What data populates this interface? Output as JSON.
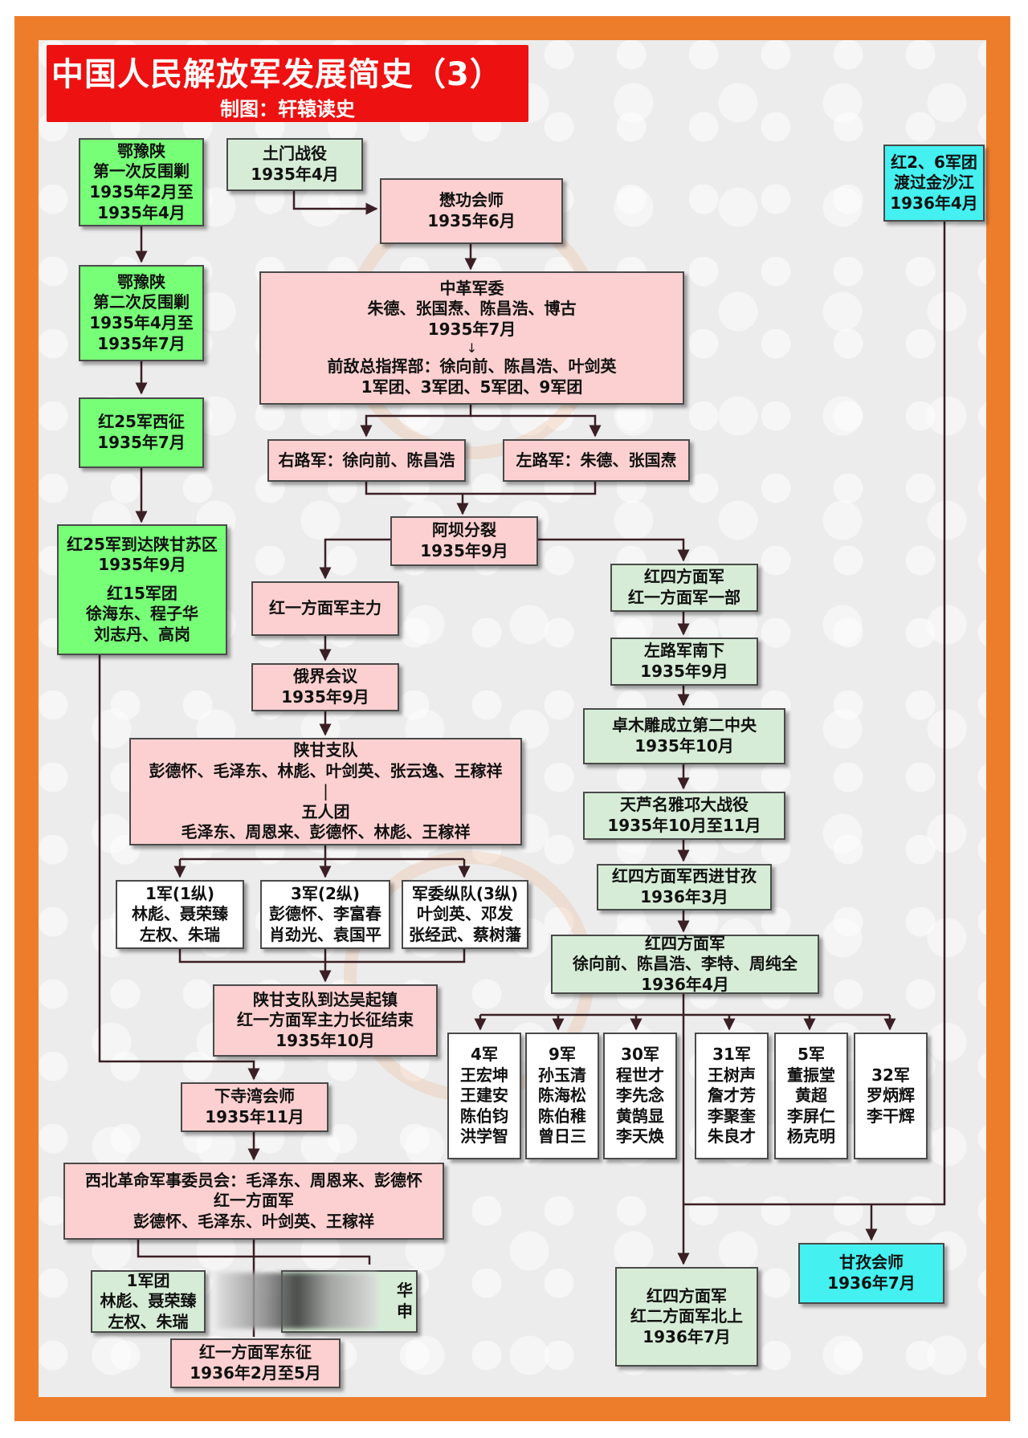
{
  "title": {
    "main": "中国人民解放军发展简史（3）",
    "sub": "制图：轩辕读史"
  },
  "colors": {
    "frame": "#ee7d2b",
    "title_bg": "#ee1111",
    "green": "#77ff77",
    "pink": "#fcd0d0",
    "light_green": "#d6ecd6",
    "cyan": "#44f0f0",
    "connector": "#3a1f24"
  },
  "nodes": {
    "eyushan1": [
      "鄂豫陕",
      "第一次反围剿",
      "1935年2月至",
      "1935年4月"
    ],
    "eyushan2": [
      "鄂豫陕",
      "第二次反围剿",
      "1935年4月至",
      "1935年7月"
    ],
    "red25_west": [
      "红25军西征",
      "1935年7月"
    ],
    "red25_arrive": [
      "红25军到达陕甘苏区",
      "1935年9月",
      "",
      "红15军团",
      "徐海东、程子华",
      "刘志丹、高岗"
    ],
    "tumen": [
      "土门战役",
      "1935年4月"
    ],
    "maogong": [
      "懋功会师",
      "1935年6月"
    ],
    "zhonggemilitary": [
      "中革军委",
      "朱德、张国焘、陈昌浩、博古",
      "1935年7月",
      "↓",
      "前敌总指挥部：徐向前、陈昌浩、叶剑英",
      "1军团、3军团、5军团、9军团"
    ],
    "right_route": [
      "右路军：徐向前、陈昌浩"
    ],
    "left_route": [
      "左路军：朱德、张国焘"
    ],
    "aba_split": [
      "阿坝分裂",
      "1935年9月"
    ],
    "first_front_main": [
      "红一方面军主力"
    ],
    "ejie": [
      "俄界会议",
      "1935年9月"
    ],
    "shaangan_detach": [
      "陕甘支队",
      "彭德怀、毛泽东、林彪、叶剑英、张云逸、王稼祥",
      "|",
      "五人团",
      "毛泽东、周恩来、彭德怀、林彪、王稼祥"
    ],
    "army1": [
      "1军(1纵)",
      "林彪、聂荣臻",
      "左权、朱瑞"
    ],
    "army3": [
      "3军(2纵)",
      "彭德怀、李富春",
      "肖劲光、袁国平"
    ],
    "army_commission": [
      "军委纵队(3纵)",
      "叶剑英、邓发",
      "张经武、蔡树藩"
    ],
    "wuqi": [
      "陕甘支队到达吴起镇",
      "红一方面军主力长征结束",
      "1935年10月"
    ],
    "xiasiwan": [
      "下寺湾会师",
      "1935年11月"
    ],
    "northwest": [
      "西北革命军事委员会：毛泽东、周恩来、彭德怀",
      "红一方面军",
      "彭德怀、毛泽东、叶剑英、王稼祥"
    ],
    "corps1": [
      "1军团",
      "林彪、聂荣臻",
      "左权、朱瑞"
    ],
    "corps15_partial": [
      "华",
      "申"
    ],
    "east_campaign": [
      "红一方面军东征",
      "1936年2月至5月"
    ],
    "fourth_plus": [
      "红四方面军",
      "红一方面军一部"
    ],
    "left_south": [
      "左路军南下",
      "1935年9月"
    ],
    "zhuomudiao": [
      "卓木雕成立第二中央",
      "1935年10月"
    ],
    "baizhang": [
      "天芦名雅邛大战役",
      "1935年10月至11月"
    ],
    "west_ganzi": [
      "红四方面军西进甘孜",
      "1936年3月"
    ],
    "fourth_front": [
      "红四方面军",
      "徐向前、陈昌浩、李特、周纯全",
      "1936年4月"
    ],
    "red26_jinsha": [
      "红2、6军团",
      "渡过金沙江",
      "1936年4月"
    ],
    "army4": [
      "4军",
      "王宏坤",
      "王建安",
      "陈伯钧",
      "洪学智"
    ],
    "army9": [
      "9军",
      "孙玉清",
      "陈海松",
      "陈伯稚",
      "曾日三"
    ],
    "army30": [
      "30军",
      "程世才",
      "李先念",
      "黄鹄显",
      "李天焕"
    ],
    "army31": [
      "31军",
      "王树声",
      "詹才芳",
      "李聚奎",
      "朱良才"
    ],
    "army5": [
      "5军",
      "董振堂",
      "黄超",
      "李屏仁",
      "杨克明"
    ],
    "army32": [
      "32军",
      "罗炳辉",
      "李干辉"
    ],
    "ganzi_meet": [
      "甘孜会师",
      "1936年7月"
    ],
    "north_march": [
      "红四方面军",
      "红二方面军北上",
      "1936年7月"
    ]
  }
}
